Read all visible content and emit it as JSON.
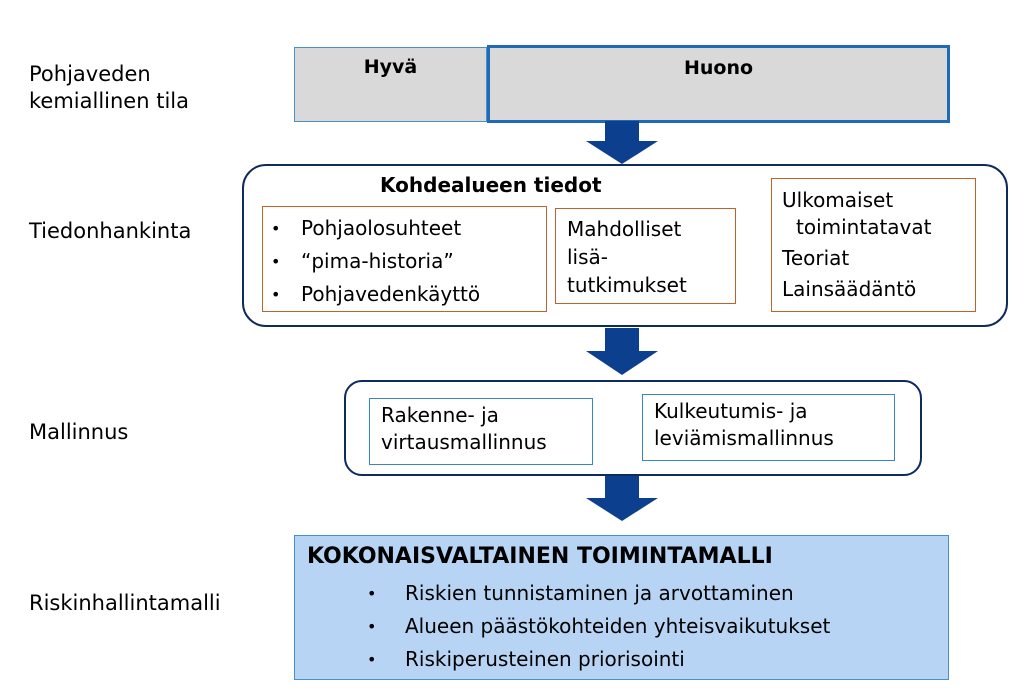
{
  "rows": {
    "chemical_state": [
      "Pohjaveden",
      "kemiallinen  tila"
    ],
    "data_acquisition": "Tiedonhankinta",
    "modelling": "Mallinnus",
    "risk_management": "Riskinhallintamalli"
  },
  "state_bar": {
    "good": "Hyvä",
    "bad": "Huono"
  },
  "site_info": {
    "title": "Kohdealueen tiedot",
    "bullets": [
      "Pohjaolosuhteet",
      "“pima-historia”",
      "Pohjavedenkäyttö"
    ],
    "extra_studies": [
      "Mahdolliset",
      "lisä-",
      "tutkimukset"
    ],
    "external": [
      "Ulkomaiset",
      "toimintatavat",
      "Teoriat",
      "Lainsäädäntö"
    ]
  },
  "modelling": {
    "structure": [
      "Rakenne-  ja",
      "virtausmallinnus"
    ],
    "transport": [
      "Kulkeutumis-  ja",
      "leviämismallinnus"
    ]
  },
  "final": {
    "title": "KOKONAISVALTAINEN TOIMINTAMALLI",
    "bullets": [
      "Riskien  tunnistaminen  ja  arvottaminen",
      "Alueen  päästökohteiden  yhteisvaikutukset",
      "Riskiperusteinen  priorisointi"
    ]
  },
  "colors": {
    "arrow": "#0d3f8f",
    "dark_border": "#0f2a5c",
    "accent_border": "#1f6bb5",
    "orange_border": "#c0632b",
    "state_fill": "#d9d9d9",
    "final_fill": "#b7d4f4"
  }
}
